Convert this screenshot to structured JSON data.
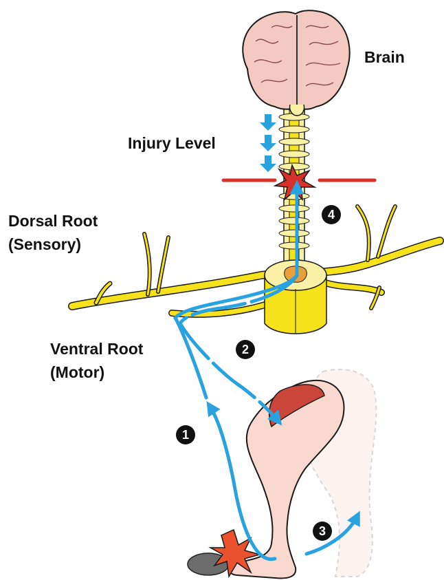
{
  "labels": {
    "brain": "Brain",
    "injury_level": "Injury Level",
    "dorsal_root_line1": "Dorsal Root",
    "dorsal_root_line2": "(Sensory)",
    "ventral_root_line1": "Ventral Root",
    "ventral_root_line2": "(Motor)"
  },
  "steps": [
    "1",
    "2",
    "3",
    "4"
  ],
  "colors": {
    "signal_arrow": "#29a3e0",
    "injury_line": "#d8302a",
    "nerve": "#f6e21a",
    "brain": "#f3c9c1",
    "skin": "#f8d8cf",
    "muscle": "#c9463a",
    "stone": "#6c6c6c",
    "marker": "#111111"
  }
}
